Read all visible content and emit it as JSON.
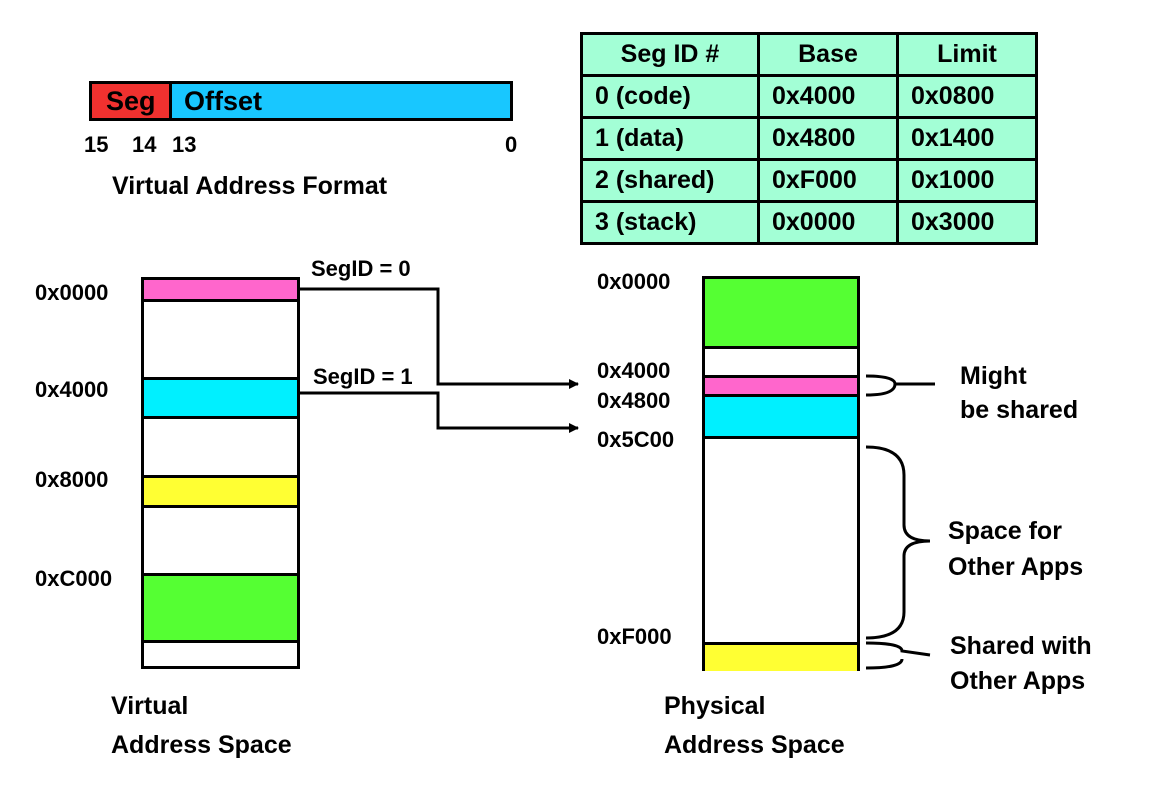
{
  "format": {
    "seg_label": "Seg",
    "offset_label": "Offset",
    "bit_15": "15",
    "bit_14": "14",
    "bit_13": "13",
    "bit_0": "0",
    "caption": "Virtual Address Format"
  },
  "table": {
    "headers": [
      "Seg ID #",
      "Base",
      "Limit"
    ],
    "rows": [
      [
        "0 (code)",
        "0x4000",
        "0x0800"
      ],
      [
        "1 (data)",
        "0x4800",
        "0x1400"
      ],
      [
        "2 (shared)",
        "0xF000",
        "0x1000"
      ],
      [
        "3 (stack)",
        "0x0000",
        "0x3000"
      ]
    ]
  },
  "virtual": {
    "addr_0": "0x0000",
    "addr_1": "0x4000",
    "addr_2": "0x8000",
    "addr_3": "0xC000",
    "caption_line1": "Virtual",
    "caption_line2": "Address Space"
  },
  "physical": {
    "addr_0": "0x0000",
    "addr_1": "0x4000",
    "addr_2": "0x4800",
    "addr_3": "0x5C00",
    "addr_4": "0xF000",
    "caption_line1": "Physical",
    "caption_line2": "Address Space"
  },
  "arrows": {
    "seg0": "SegID = 0",
    "seg1": "SegID = 1"
  },
  "notes": {
    "shared_line1": "Might",
    "shared_line2": "be shared",
    "other_line1": "Space for",
    "other_line2": "Other Apps",
    "sharedwith_line1": "Shared with",
    "sharedwith_line2": "Other Apps"
  },
  "colors": {
    "seg_red": "#f0312f",
    "offset_blue": "#18c7ff",
    "table_green": "#a3ffd6",
    "code_pink": "#ff66cc",
    "data_cyan": "#00f0ff",
    "shared_yellow": "#ffff33",
    "stack_green": "#55ff33"
  }
}
